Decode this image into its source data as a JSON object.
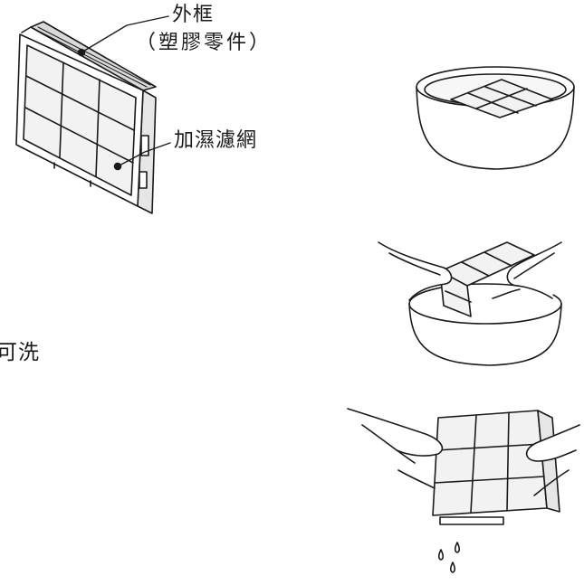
{
  "labels": {
    "frame": "外框",
    "frame_sub": "（塑膠零件）",
    "filter": "加濕濾網",
    "washable": "可洗"
  },
  "illustrations": [
    "humidifier-filter-diagram",
    "filter-soaking-in-basin",
    "filter-washed-by-hand",
    "filter-draining-water"
  ],
  "colors": {
    "line": "#1a1a1a",
    "filter_fill": "#f2f2f2",
    "basin_water": "#f7f7f7"
  }
}
